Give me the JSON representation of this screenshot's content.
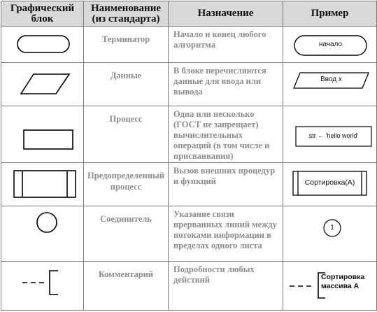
{
  "header": {
    "block": "Графический блок",
    "name": "Наименование (из стандарта)",
    "purpose": "Назначение",
    "example": "Пример"
  },
  "rows": [
    {
      "shape_icon": "terminator-shape",
      "name": "Терминатор",
      "purpose": "Начало и конец любого алгоритма",
      "example_text": "начало"
    },
    {
      "shape_icon": "data-parallelogram",
      "name": "Данные",
      "purpose": "В блоке перечисляются данные для ввода или вывода",
      "example_text": "Ввод x"
    },
    {
      "shape_icon": "process-rectangle",
      "name": "Процесс",
      "purpose": "Одна или несколько (ГОСТ не запрещает) вычислительных операций (в том числе и присваивания)",
      "example_text": "str ← 'hello world'"
    },
    {
      "shape_icon": "predefined-process-shape",
      "name": "Предопределенный процесс",
      "purpose": "Вызов внешних процедур и функций",
      "example_text": "Сортировка(A)"
    },
    {
      "shape_icon": "connector-circle",
      "name": "Соединитель",
      "purpose": "Указание связи прерванных линий между потоками информации в пределах одного листа",
      "example_text": "1"
    },
    {
      "shape_icon": "comment-bracket",
      "name": "Комментарий",
      "purpose": "Подробности любых действий",
      "example_text": "Сортировка массива А"
    }
  ]
}
